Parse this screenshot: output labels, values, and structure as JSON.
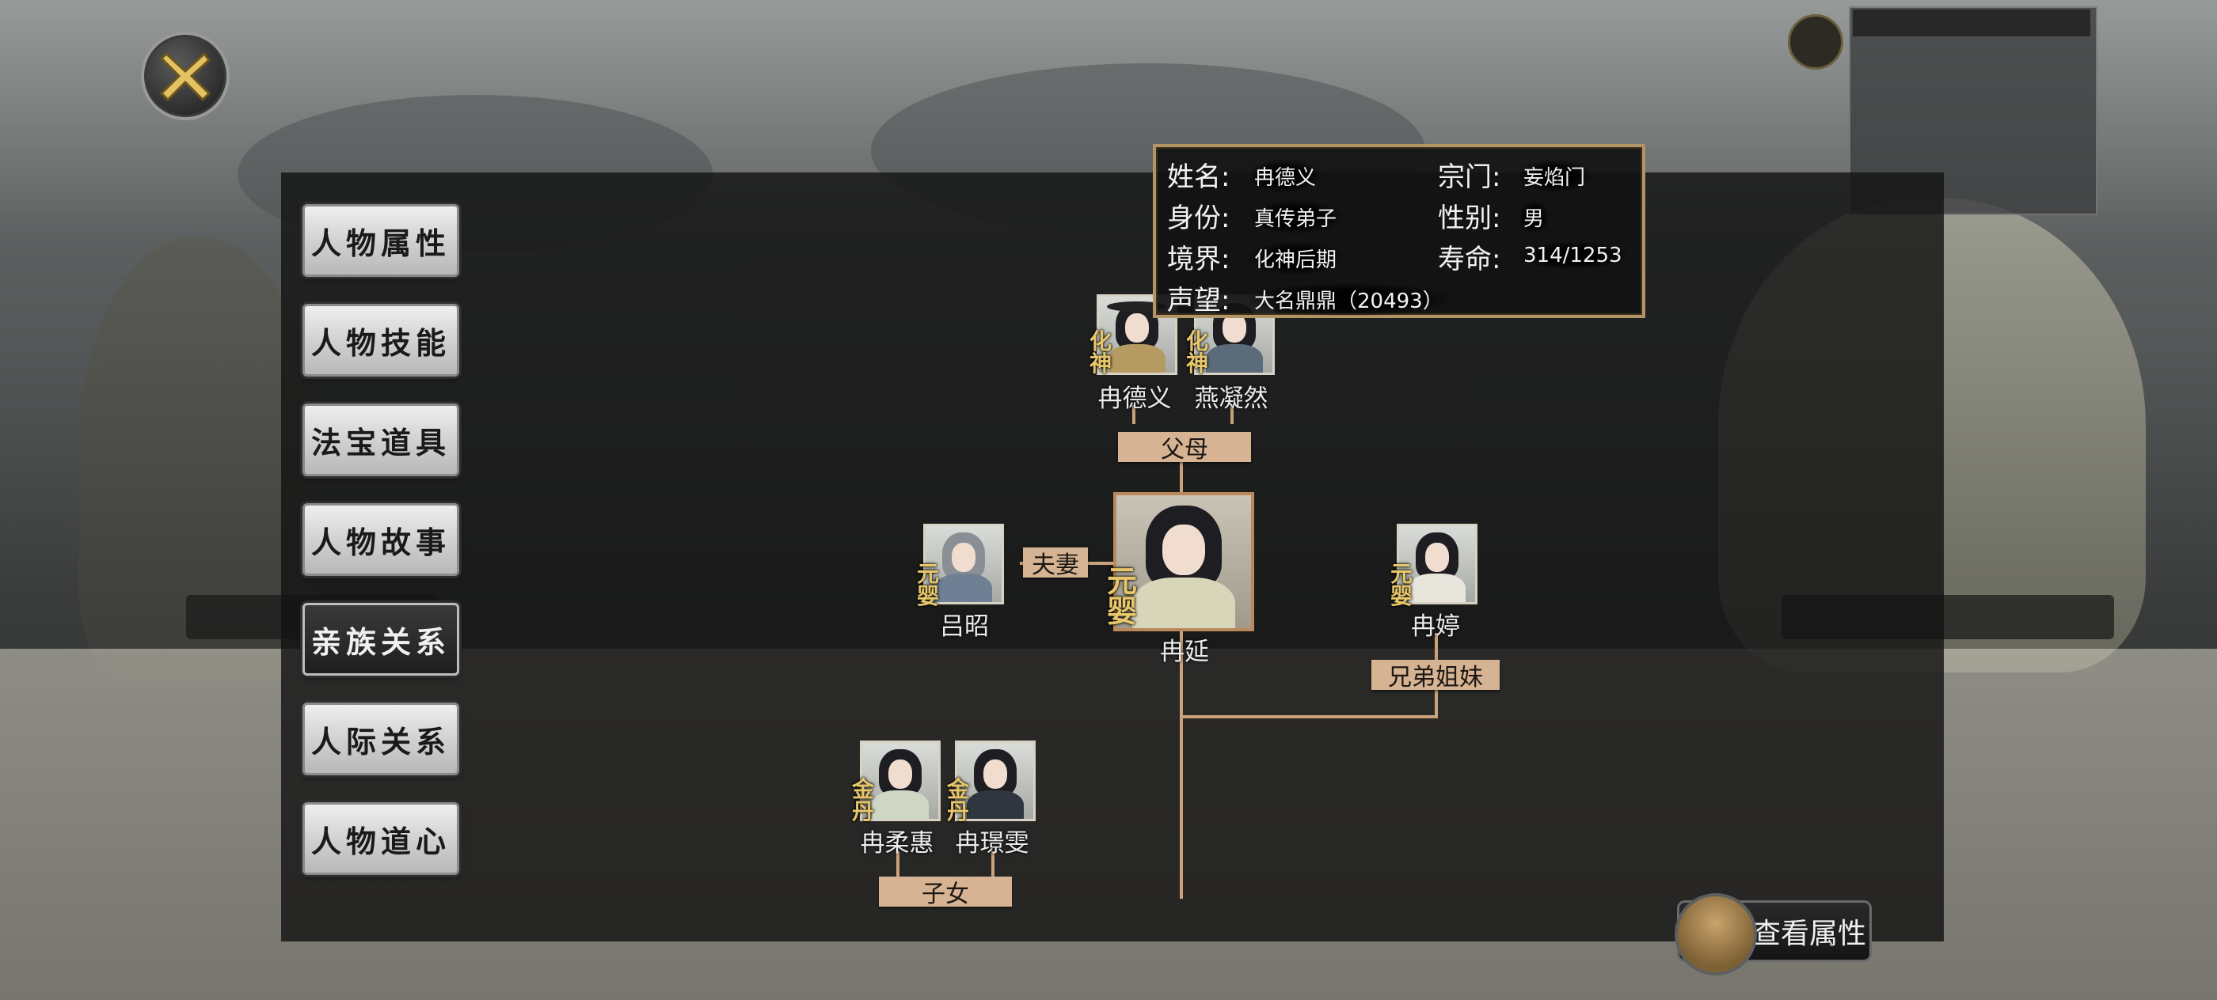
{
  "close_button": {
    "icon": "close-x-icon"
  },
  "menu": [
    {
      "label": "人物属性",
      "active": false
    },
    {
      "label": "人物技能",
      "active": false
    },
    {
      "label": "法宝道具",
      "active": false
    },
    {
      "label": "人物故事",
      "active": false
    },
    {
      "label": "亲族关系",
      "active": true
    },
    {
      "label": "人际关系",
      "active": false
    },
    {
      "label": "人物道心",
      "active": false
    }
  ],
  "info_card": {
    "name_label": "姓名:",
    "name_value": "冉德义",
    "sect_label": "宗门:",
    "sect_value": "妄焰门",
    "identity_label": "身份:",
    "identity_value": "真传弟子",
    "gender_label": "性别:",
    "gender_value": "男",
    "realm_label": "境界:",
    "realm_value": "化神后期",
    "lifespan_label": "寿命:",
    "lifespan_value": "314/1253",
    "fame_label": "声望:",
    "fame_value": "大名鼎鼎（20493）"
  },
  "family_tree": {
    "relations": {
      "parents": "父母",
      "spouse": "夫妻",
      "siblings": "兄弟姐妹",
      "children": "子女"
    },
    "father": {
      "name": "冉德义",
      "rank": "化神"
    },
    "mother": {
      "name": "燕凝然",
      "rank": "化神"
    },
    "self": {
      "name": "冉延",
      "rank": "元婴"
    },
    "spouse": {
      "name": "吕昭",
      "rank": "元婴"
    },
    "sibling": {
      "name": "冉婷",
      "rank": "元婴"
    },
    "children": [
      {
        "name": "冉柔惠",
        "rank": "金丹"
      },
      {
        "name": "冉璟雯",
        "rank": "金丹"
      }
    ]
  },
  "view_button": {
    "label": "查看属性",
    "icon": "meditating-figure-icon"
  },
  "colors": {
    "accent_gold": "#e8c76a",
    "tree_line": "#c9a27c",
    "tag_bg": "#d6b493"
  }
}
